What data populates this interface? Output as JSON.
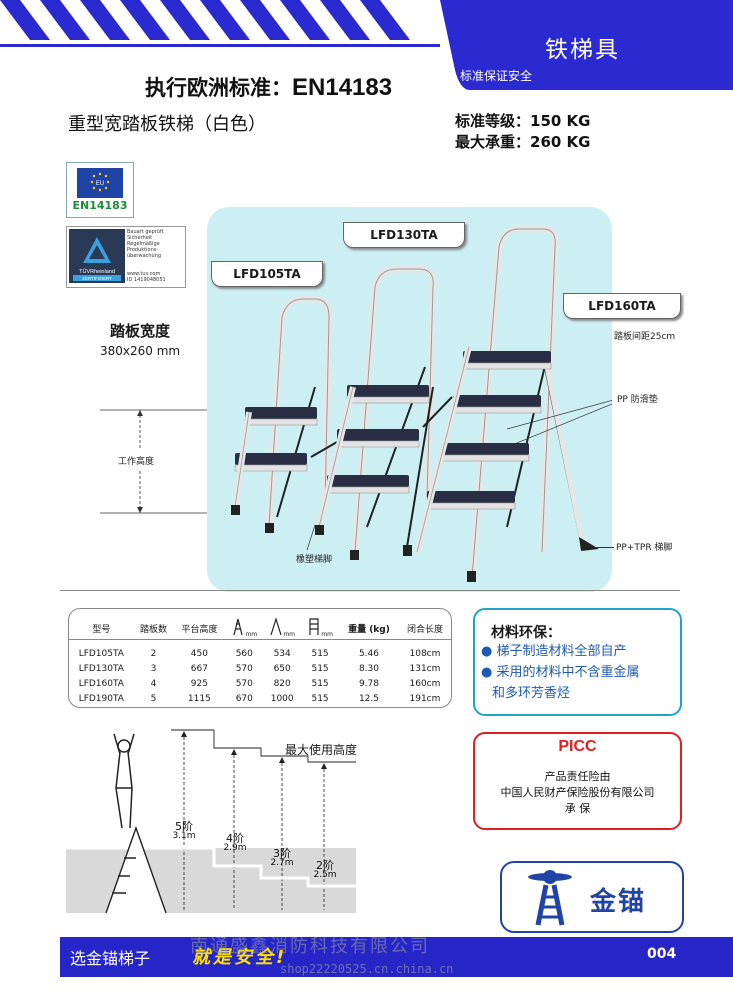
{
  "header": {
    "brand_title": "铁梯具",
    "brand_sub": "标准保证安全",
    "standard_prefix": "执行欧洲标准：",
    "standard_code": "EN14183",
    "colors": {
      "stripe_blue": "#2a2ad0",
      "footer_blue": "#2525c8",
      "panel_cyan": "#cbeff3"
    }
  },
  "product": {
    "name": "重型宽踏板铁梯（白色）",
    "rated_label": "标准等级：",
    "rated_value": "150 KG",
    "max_label": "最大承重：",
    "max_value": "260 KG"
  },
  "certs": {
    "eu_flag_text": "EU",
    "eu_label": "EN14183",
    "tuv_brand": "TÜVRheinland",
    "tuv_status": "ZERTIFIZIERT",
    "tuv_lines": [
      "Bauart geprüft",
      "Sicherheit",
      "Regelmäßige",
      "Produktions-",
      "überwachung"
    ],
    "tuv_web": "www.tuv.com",
    "tuv_id": "ID 1419048051"
  },
  "illustration": {
    "models": [
      "LFD105TA",
      "LFD130TA",
      "LFD160TA"
    ],
    "tread_title": "踏板宽度",
    "tread_size": "380x260 mm",
    "work_height": "工作高度",
    "step_spacing": "踏板间距25cm",
    "anti_slip": "PP 防滑垫",
    "rubber_feet": "橡塑梯脚",
    "tpr_feet": "PP+TPR 梯脚"
  },
  "table": {
    "headers": [
      "型号",
      "踏板数",
      "平台高度",
      "mm",
      "mm",
      "mm",
      "重量 (kg)",
      "闭合长度"
    ],
    "rows": [
      [
        "LFD105TA",
        "2",
        "450",
        "560",
        "534",
        "515",
        "5.46",
        "108cm"
      ],
      [
        "LFD130TA",
        "3",
        "667",
        "570",
        "650",
        "515",
        "8.30",
        "131cm"
      ],
      [
        "LFD160TA",
        "4",
        "925",
        "570",
        "820",
        "515",
        "9.78",
        "160cm"
      ],
      [
        "LFD190TA",
        "5",
        "1115",
        "670",
        "1000",
        "515",
        "12.5",
        "191cm"
      ]
    ]
  },
  "material": {
    "title": "材料环保：",
    "items": [
      "梯子制造材料全部自产",
      "采用的材料中不含重金属",
      "和多环芳香烃"
    ]
  },
  "picc": {
    "title": "PICC",
    "lines": [
      "产品责任险由",
      "中国人民财产保险股份有限公司",
      "承 保"
    ]
  },
  "heights": {
    "title": "最大使用高度",
    "steps": [
      {
        "label": "5阶",
        "value": "3.1m"
      },
      {
        "label": "4阶",
        "value": "2.9m"
      },
      {
        "label": "3阶",
        "value": "2.7m"
      },
      {
        "label": "2阶",
        "value": "2.5m"
      }
    ]
  },
  "logo": {
    "text": "金锚"
  },
  "footer": {
    "slogan": "选金锚梯子",
    "slogan2": "就是安全!",
    "page": "004",
    "watermark": "南通盛鑫消防科技有限公司",
    "watermark_url": "shop22220525.cn.china.cn"
  }
}
